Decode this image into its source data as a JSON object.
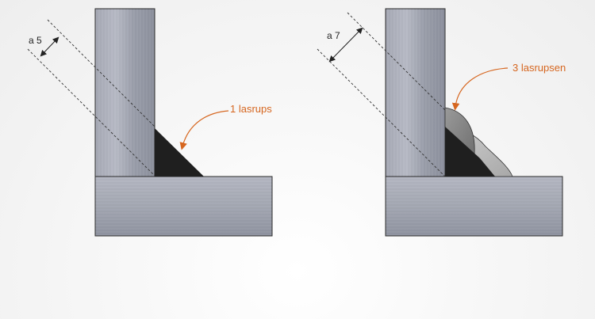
{
  "diagrams": [
    {
      "throat_label": "a 5",
      "callout_label": "1 lasrups"
    },
    {
      "throat_label": "a 7",
      "callout_label": "3 lasrupsen"
    }
  ],
  "colors": {
    "plate_light": "#b9bcc6",
    "plate_mid": "#979ba8",
    "plate_dark": "#868a98",
    "plate_edge": "#2a2a2a",
    "weld_dark": "#1f1f1f",
    "weld_mid": "#8a8a8a",
    "weld_light": "#bcbcbc",
    "callout": "#d6661f",
    "dimension": "#222222",
    "background": "#f2f2f2"
  }
}
